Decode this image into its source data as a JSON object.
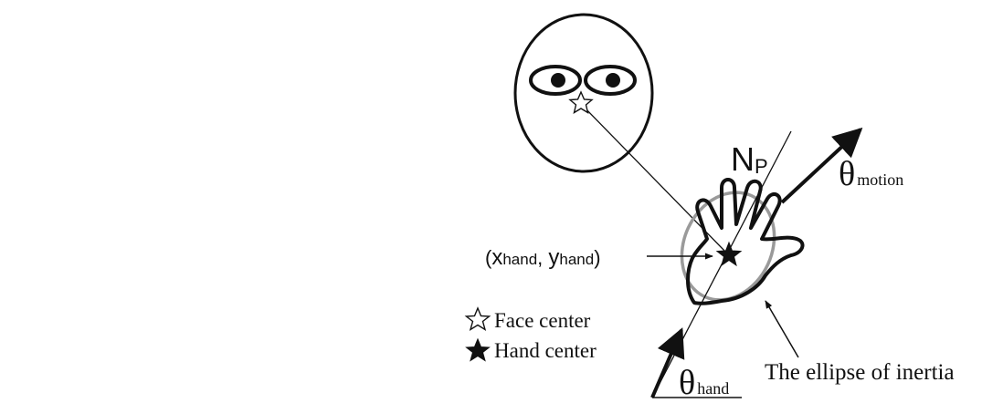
{
  "labels": {
    "np_main": "N",
    "np_sub": "P",
    "theta_motion_symbol": "θ",
    "theta_motion_sub": "motion",
    "theta_hand_symbol": "θ",
    "theta_hand_sub": "hand",
    "xy_open": "(",
    "xy_x": "x",
    "xy_x_sub": "hand",
    "xy_sep": ", ",
    "xy_y": "y",
    "xy_y_sub": "hand",
    "xy_close": ")",
    "ellipse_caption": "The ellipse of inertia"
  },
  "legend": {
    "face_center": "Face center",
    "hand_center": "Hand center"
  },
  "colors": {
    "ink": "#111111",
    "ellipse": "#9a9a9a",
    "background": "#ffffff"
  }
}
